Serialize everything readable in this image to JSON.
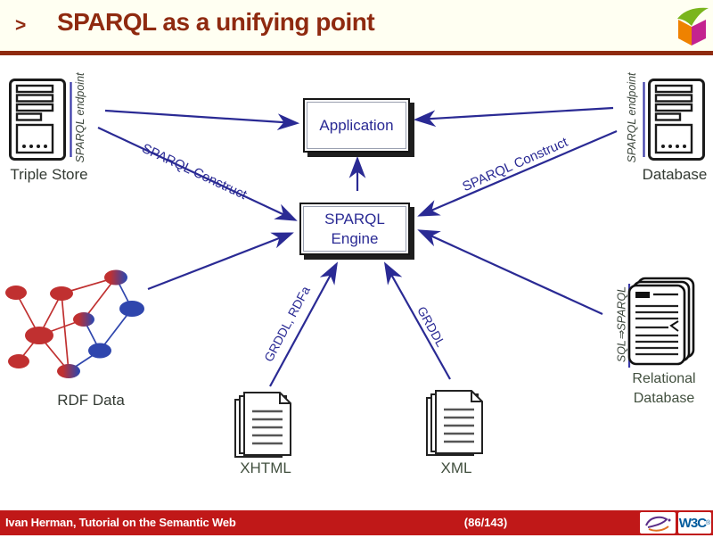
{
  "header": {
    "bullet": ">",
    "title": "SPARQL as a unifying point"
  },
  "diagram": {
    "triple_store": {
      "label": "Triple Store",
      "endpoint_label": "SPARQL endpoint"
    },
    "database": {
      "label": "Database",
      "endpoint_label": "SPARQL endpoint"
    },
    "application": {
      "label": "Application"
    },
    "engine": {
      "label_line1": "SPARQL",
      "label_line2": "Engine"
    },
    "rdf_data": {
      "label": "RDF Data"
    },
    "xhtml": {
      "label": "XHTML"
    },
    "xml": {
      "label": "XML"
    },
    "relational_db": {
      "label_line1": "Relational",
      "label_line2": "Database",
      "side_label": "SQL⇒SPARQL"
    },
    "edges": {
      "construct_left": "SPARQL Construct",
      "construct_right": "SPARQL Construct",
      "grddl_rdfa": "GRDDL, RDFa",
      "grddl": "GRDDL"
    },
    "colors": {
      "arrow": "#2a2a94",
      "node_red": "#c03030",
      "node_blue": "#2f46ad",
      "title": "#8f2a10",
      "footer_bar": "#c01818",
      "w3c_blue": "#005a9c"
    }
  },
  "footer": {
    "credit": "Ivan Herman, Tutorial on the Semantic Web",
    "page": "(86/143)",
    "w3c_label": "W3C",
    "w3c_reg": "®"
  }
}
